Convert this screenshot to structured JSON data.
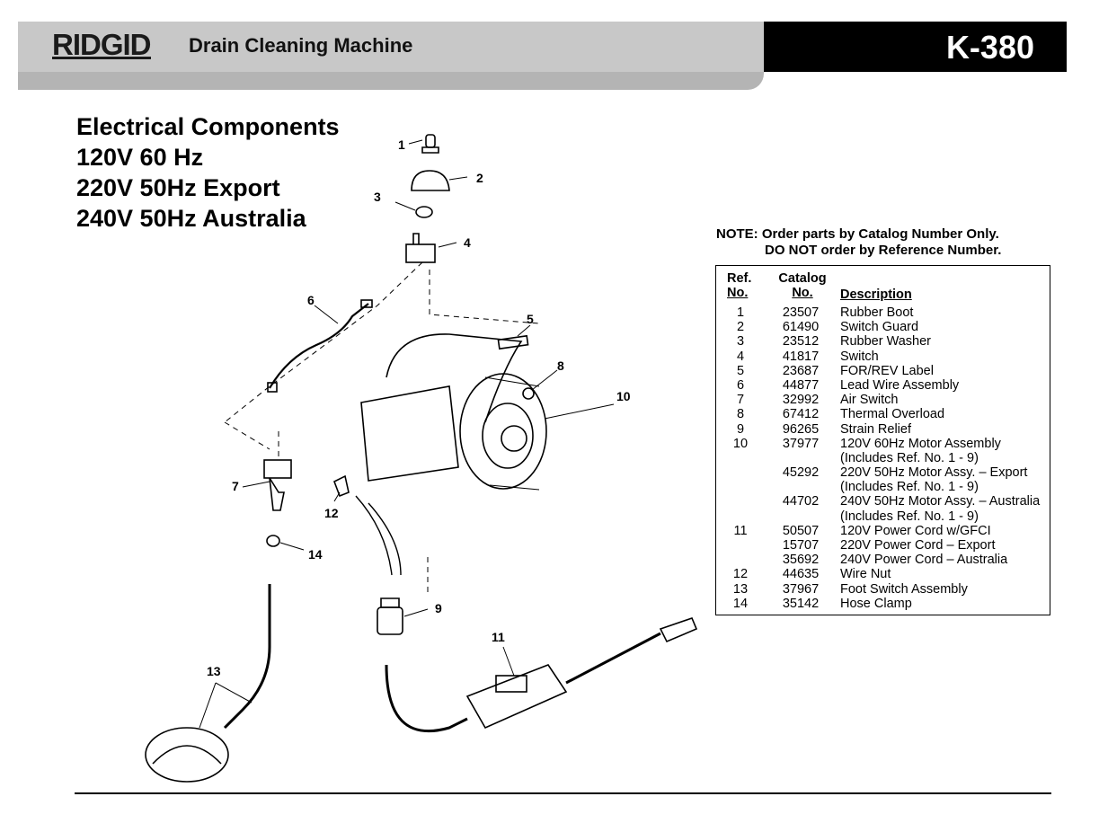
{
  "header": {
    "brand": "RIDGID",
    "title": "Drain Cleaning Machine",
    "model": "K-380"
  },
  "section": {
    "lines": [
      "Electrical Components",
      "120V 60 Hz",
      "220V 50Hz Export",
      "240V 50Hz Australia"
    ]
  },
  "note": {
    "line1": "NOTE: Order parts by Catalog Number Only.",
    "line2": "DO NOT order by Reference Number."
  },
  "table": {
    "header": {
      "ref_top": "Ref.",
      "ref_bottom": "No.",
      "cat_top": "Catalog",
      "cat_bottom": "No.",
      "desc": "Description"
    },
    "rows": [
      {
        "ref": "1",
        "cat": "23507",
        "desc": "Rubber Boot"
      },
      {
        "ref": "2",
        "cat": "61490",
        "desc": "Switch Guard"
      },
      {
        "ref": "3",
        "cat": "23512",
        "desc": "Rubber Washer"
      },
      {
        "ref": "4",
        "cat": "41817",
        "desc": "Switch"
      },
      {
        "ref": "5",
        "cat": "23687",
        "desc": "FOR/REV Label"
      },
      {
        "ref": "6",
        "cat": "44877",
        "desc": "Lead Wire Assembly"
      },
      {
        "ref": "7",
        "cat": "32992",
        "desc": "Air Switch"
      },
      {
        "ref": "8",
        "cat": "67412",
        "desc": "Thermal Overload"
      },
      {
        "ref": "9",
        "cat": "96265",
        "desc": "Strain Relief"
      },
      {
        "ref": "10",
        "cat": "37977",
        "desc": "120V 60Hz Motor Assembly"
      },
      {
        "ref": "",
        "cat": "",
        "desc": "(Includes Ref. No. 1 - 9)"
      },
      {
        "ref": "",
        "cat": "45292",
        "desc": "220V 50Hz Motor Assy. – Export"
      },
      {
        "ref": "",
        "cat": "",
        "desc": "(Includes Ref. No. 1 - 9)"
      },
      {
        "ref": "",
        "cat": "44702",
        "desc": "240V 50Hz Motor Assy. – Australia"
      },
      {
        "ref": "",
        "cat": "",
        "desc": "(Includes Ref. No. 1 - 9)"
      },
      {
        "ref": "11",
        "cat": "50507",
        "desc": "120V Power Cord w/GFCI"
      },
      {
        "ref": "",
        "cat": "15707",
        "desc": "220V Power Cord – Export"
      },
      {
        "ref": "",
        "cat": "35692",
        "desc": "240V Power Cord – Australia"
      },
      {
        "ref": "12",
        "cat": "44635",
        "desc": "Wire Nut"
      },
      {
        "ref": "13",
        "cat": "37967",
        "desc": "Foot Switch Assembly"
      },
      {
        "ref": "14",
        "cat": "35142",
        "desc": "Hose Clamp"
      }
    ]
  },
  "callouts": [
    "1",
    "2",
    "3",
    "4",
    "5",
    "6",
    "7",
    "8",
    "9",
    "10",
    "11",
    "12",
    "13",
    "14"
  ],
  "colors": {
    "header_band": "#c8c8c8",
    "model_box": "#000000",
    "ink": "#000000"
  }
}
